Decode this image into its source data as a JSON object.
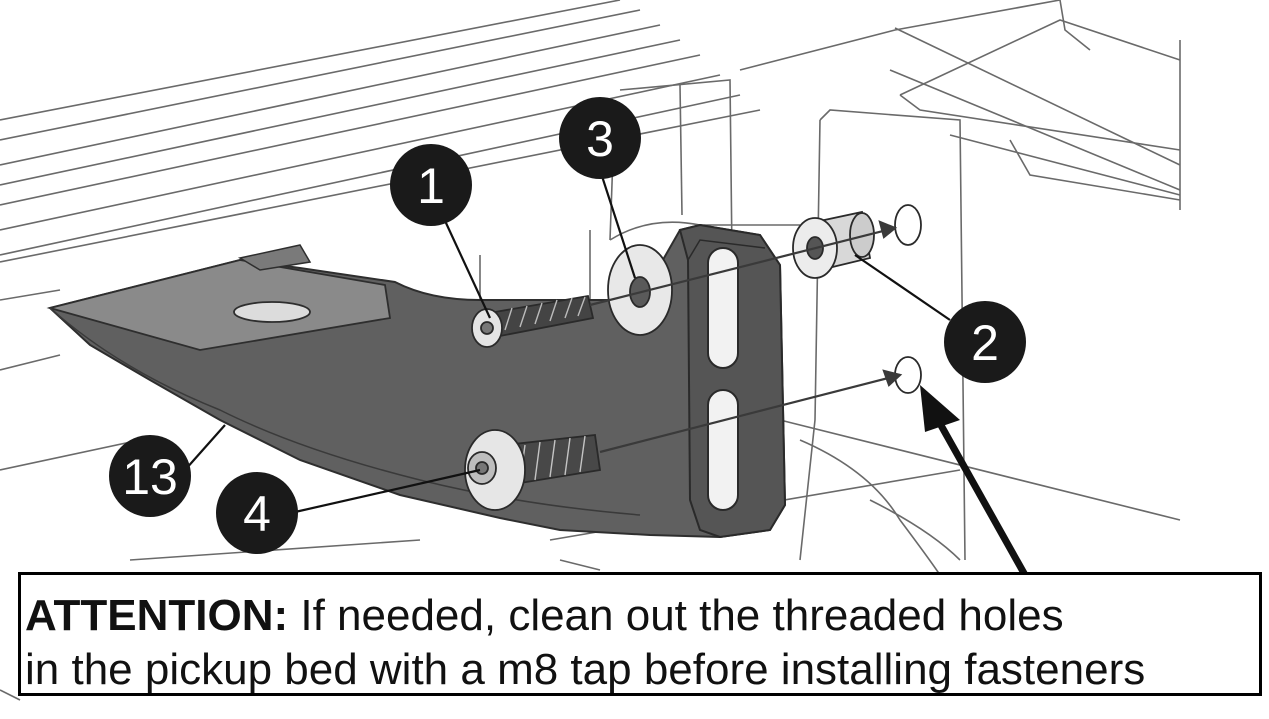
{
  "callouts": [
    {
      "id": "1",
      "label": "1"
    },
    {
      "id": "2",
      "label": "2"
    },
    {
      "id": "3",
      "label": "3"
    },
    {
      "id": "4",
      "label": "4"
    },
    {
      "id": "13",
      "label": "13"
    }
  ],
  "notice": {
    "label": "ATTENTION:",
    "line1": " If needed, clean out the threaded holes",
    "line2": "in the pickup bed with a m8 tap before installing fasteners"
  },
  "colors": {
    "bracket": "#5f5f5f",
    "bracket_dark": "#4a4a4a",
    "callout_fill": "#1a1a1a",
    "line_art": "#555555"
  }
}
